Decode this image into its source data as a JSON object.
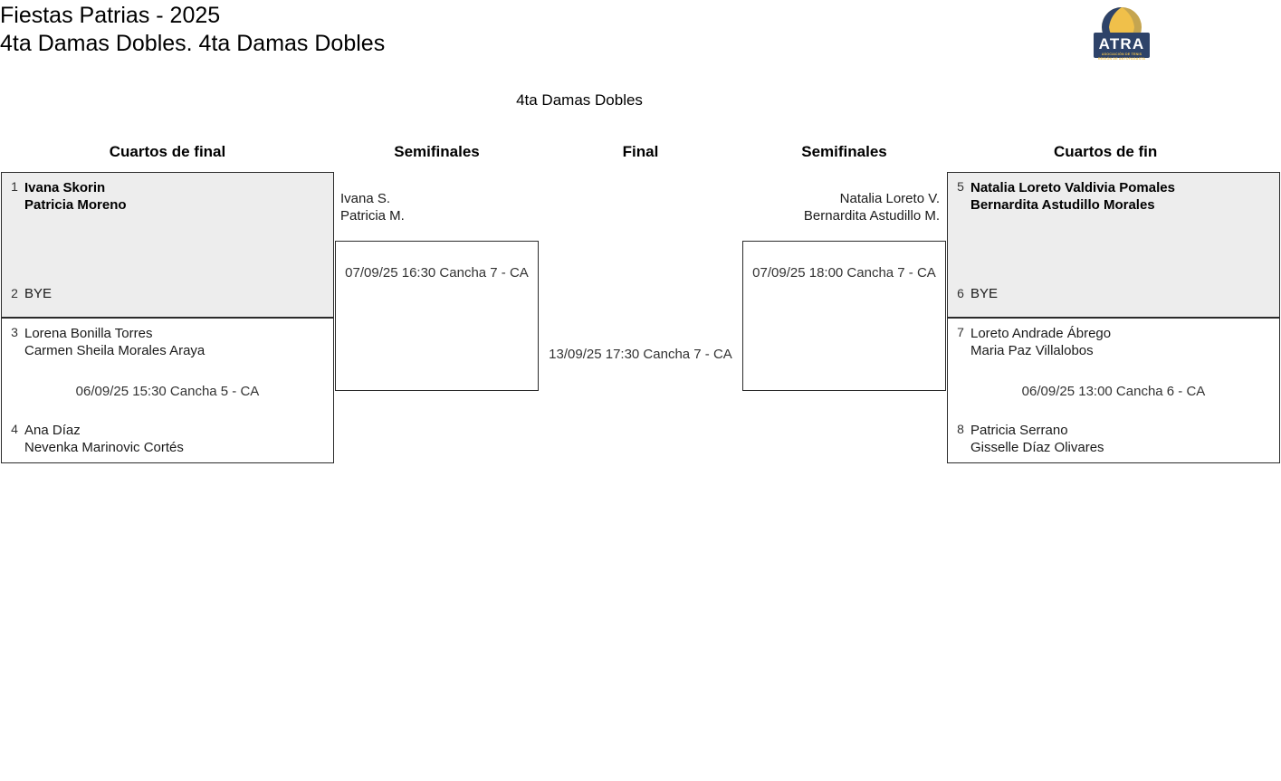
{
  "header": {
    "tournament_title": "Fiestas Patrias - 2025",
    "event_subtitle": "4ta Damas Dobles. 4ta Damas Dobles",
    "logo": {
      "name": "atra-logo",
      "wordmark": "ATRA",
      "tagline_line1": "ASOCIACIÓN DE TENIS",
      "tagline_line2": "REGIÓN DE ANTOFAGASTA",
      "color_navy": "#2e4369",
      "color_gold": "#f0c04a"
    }
  },
  "draw": {
    "title": "4ta Damas Dobles"
  },
  "round_headers": [
    {
      "label": "Cuartos de final"
    },
    {
      "label": "Semifinales"
    },
    {
      "label": "Final"
    },
    {
      "label": "Semifinales"
    },
    {
      "label": "Cuartos de fin"
    }
  ],
  "left_bracket": {
    "quarterfinals": [
      {
        "top": {
          "seed": "1",
          "line1": "Ivana Skorin",
          "line2": "Patricia Moreno",
          "winner": true
        },
        "bottom": {
          "seed": "2",
          "line1": "BYE",
          "line2": "",
          "winner": false
        },
        "info": ""
      },
      {
        "top": {
          "seed": "3",
          "line1": "Lorena Bonilla Torres",
          "line2": "Carmen Sheila Morales Araya",
          "winner": false
        },
        "bottom": {
          "seed": "4",
          "line1": "Ana Díaz",
          "line2": "Nevenka Marinovic Cortés",
          "winner": false
        },
        "info": "06/09/25 15:30 Cancha 5 - CA"
      }
    ],
    "semifinal": {
      "advancer_line1": "Ivana S.",
      "advancer_line2": "Patricia M.",
      "info": "07/09/25 16:30 Cancha 7 - CA"
    }
  },
  "final": {
    "info": "13/09/25 17:30 Cancha 7 - CA"
  },
  "right_bracket": {
    "semifinal": {
      "advancer_line1": "Natalia Loreto V.",
      "advancer_line2": "Bernardita Astudillo M.",
      "info": "07/09/25 18:00 Cancha 7 - CA"
    },
    "quarterfinals": [
      {
        "top": {
          "seed": "5",
          "line1": "Natalia Loreto Valdivia Pomales",
          "line2": "Bernardita Astudillo Morales",
          "winner": true
        },
        "bottom": {
          "seed": "6",
          "line1": "BYE",
          "line2": "",
          "winner": false
        },
        "info": ""
      },
      {
        "top": {
          "seed": "7",
          "line1": "Loreto Andrade Ábrego",
          "line2": "Maria Paz Villalobos",
          "winner": false
        },
        "bottom": {
          "seed": "8",
          "line1": "Patricia Serrano",
          "line2": "Gisselle Díaz Olivares",
          "winner": false
        },
        "info": "06/09/25 13:00 Cancha 6 - CA"
      }
    ]
  }
}
